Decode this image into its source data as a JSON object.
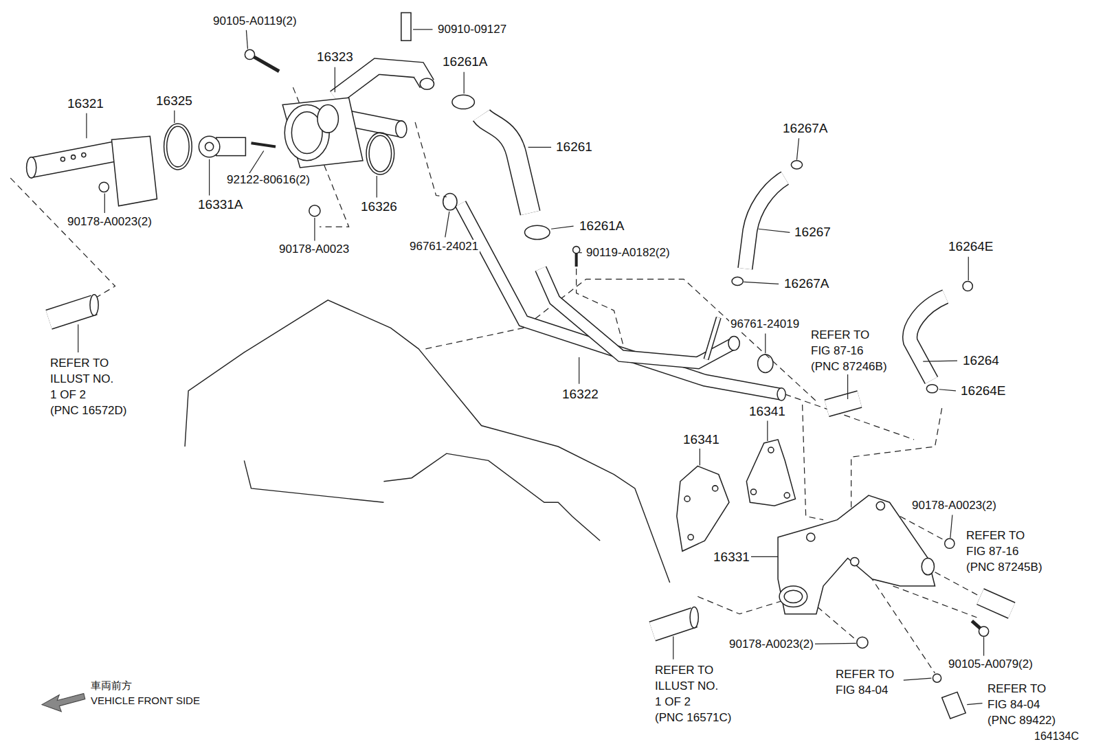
{
  "diagram": {
    "labels": [
      "90105-A0119(2)",
      "90910-09127",
      "16323",
      "16261A",
      "16321",
      "16325",
      "16261",
      "16267A",
      "92122-80616(2)",
      "16331A",
      "16326",
      "90178-A0023(2)",
      "16261A",
      "16267",
      "16264E",
      "90119-A0182(2)",
      "96761-24021",
      "90178-A0023",
      "16267A",
      "96761-24019",
      "REFER TO FIG 87-16 (PNC 87246B)",
      "16264",
      "REFER TO ILLUST NO. 1 OF 2 (PNC 16572D)",
      "16264E",
      "16322",
      "16341",
      "16341",
      "90178-A0023(2)",
      "REFER TO FIG 87-16 (PNC 87245B)",
      "16331",
      "90178-A0023(2)",
      "90105-A0079(2)",
      "REFER TO ILLUST NO. 1 OF 2 (PNC 16571C)",
      "REFER TO FIG 84-04",
      "REFER TO FIG 84-04 (PNC 89422)",
      "車両前方",
      "VEHICLE FRONT SIDE",
      "164134C"
    ]
  }
}
